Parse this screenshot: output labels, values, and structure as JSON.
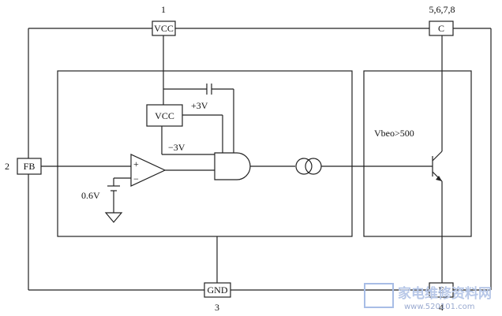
{
  "pins": {
    "vcc": {
      "number": "1",
      "label": "VCC"
    },
    "collector": {
      "number": "5,6,7,8",
      "label": "C"
    },
    "fb": {
      "number": "2",
      "label": "FB"
    },
    "gnd": {
      "number": "3",
      "label": "GND"
    },
    "emitter": {
      "number": "4",
      "label": "E"
    }
  },
  "internal": {
    "regulator_label": "VCC",
    "pos_rail": "+3V",
    "neg_rail": "−3V",
    "reference": "0.6V",
    "opamp_plus": "+",
    "opamp_minus": "−",
    "transistor_rating": "Vbeo>500"
  },
  "watermark": {
    "logo": "家电维修资料网",
    "url": "www.520101.com"
  }
}
